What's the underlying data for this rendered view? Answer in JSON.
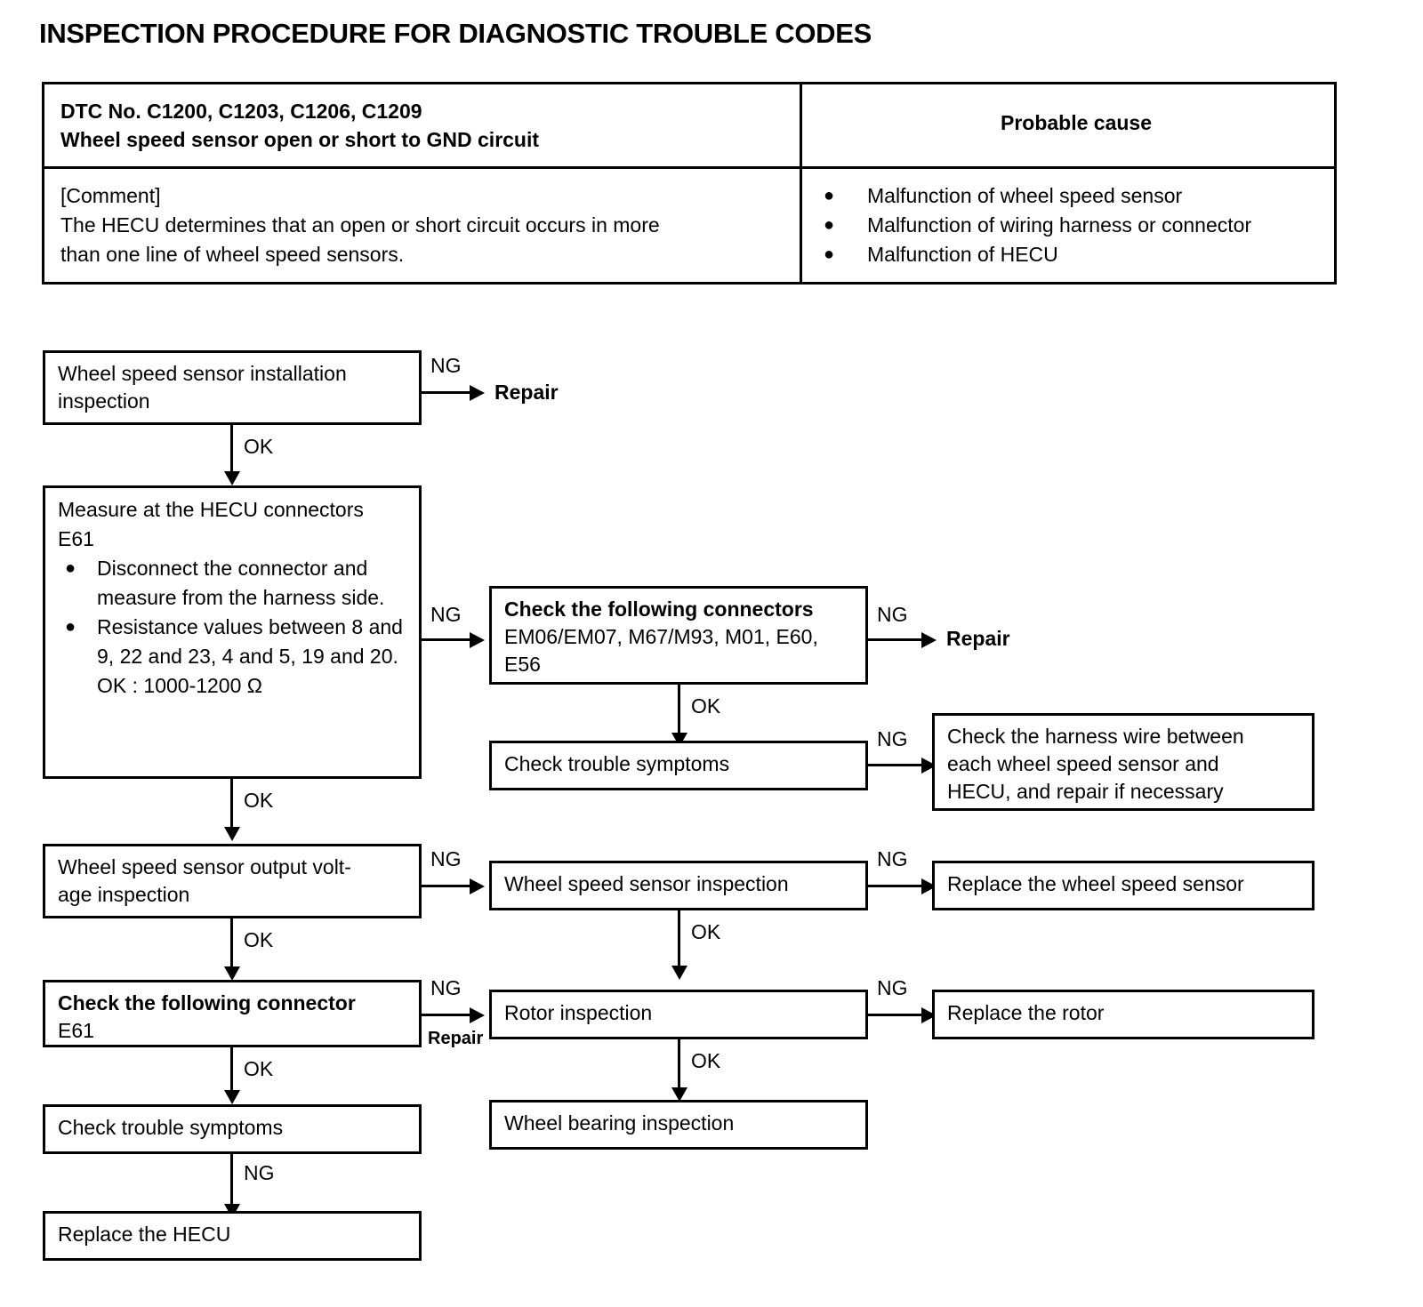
{
  "page_title": "INSPECTION PROCEDURE FOR DIAGNOSTIC TROUBLE CODES",
  "table": {
    "dtc_line1": "DTC No. C1200, C1203, C1206, C1209",
    "dtc_line2": "Wheel speed sensor open or short to GND circuit",
    "probable_cause_header": "Probable cause",
    "comment_label": "[Comment]",
    "comment_line1": "The HECU determines that an open or short circuit occurs in more",
    "comment_line2": "than one line of wheel speed sensors.",
    "causes": [
      "Malfunction of wheel speed sensor",
      "Malfunction of wiring harness or connector",
      "Malfunction of HECU"
    ],
    "bullet_glyph": "●"
  },
  "flow": {
    "labels": {
      "ok": "OK",
      "ng": "NG",
      "repair": "Repair"
    },
    "boxes": {
      "install_inspection": "Wheel speed sensor installation\ninspection",
      "repair_top": "Repair",
      "measure_title": "Measure at the HECU connectors\nE61",
      "measure_b1": "Disconnect the connector and measure from the harness side.",
      "measure_b2": "Resistance values between 8 and 9, 22 and 23, 4 and 5, 19 and 20.",
      "measure_ok_spec": "OK :  1000-1200 Ω",
      "check_connectors_title": "Check the following connectors",
      "check_connectors_body": "EM06/EM07, M67/M93, M01, E60,\nE56",
      "repair_mid": "Repair",
      "check_trouble_mid": "Check trouble symptoms",
      "check_harness": "Check the harness wire between\neach wheel speed sensor and\nHECU, and repair if necessary",
      "output_voltage": "Wheel speed sensor output volt-\nage inspection",
      "sensor_inspection": "Wheel speed sensor inspection",
      "replace_sensor": "Replace the wheel speed sensor",
      "check_connector_title": "Check the following connector",
      "check_connector_body": "E61",
      "rotor_inspection": "Rotor inspection",
      "replace_rotor": "Replace the rotor",
      "check_trouble_left": "Check trouble symptoms",
      "wheel_bearing": "Wheel bearing inspection",
      "replace_hecu": "Replace the HECU"
    }
  }
}
